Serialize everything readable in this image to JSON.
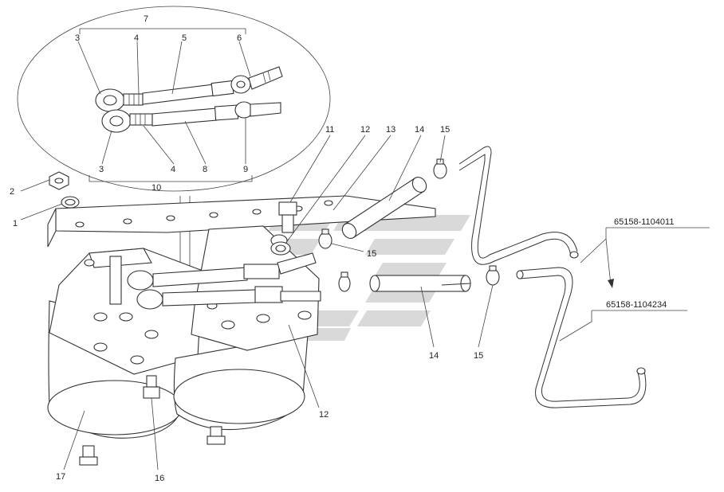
{
  "labels": {
    "l1": "1",
    "l2": "2",
    "l3a": "3",
    "l4a": "4",
    "l5": "5",
    "l6": "6",
    "l7": "7",
    "l3b": "3",
    "l4b": "4",
    "l8": "8",
    "l9": "9",
    "l10": "10",
    "l11": "11",
    "l12a": "12",
    "l13": "13",
    "l14a": "14",
    "l15a": "15",
    "l15b": "15",
    "l14b": "14",
    "l15c": "15",
    "l12b": "12",
    "l16": "16",
    "l17": "17"
  },
  "part_numbers": {
    "tube_a": "65158-1104011",
    "tube_b": "65158-1104234"
  }
}
